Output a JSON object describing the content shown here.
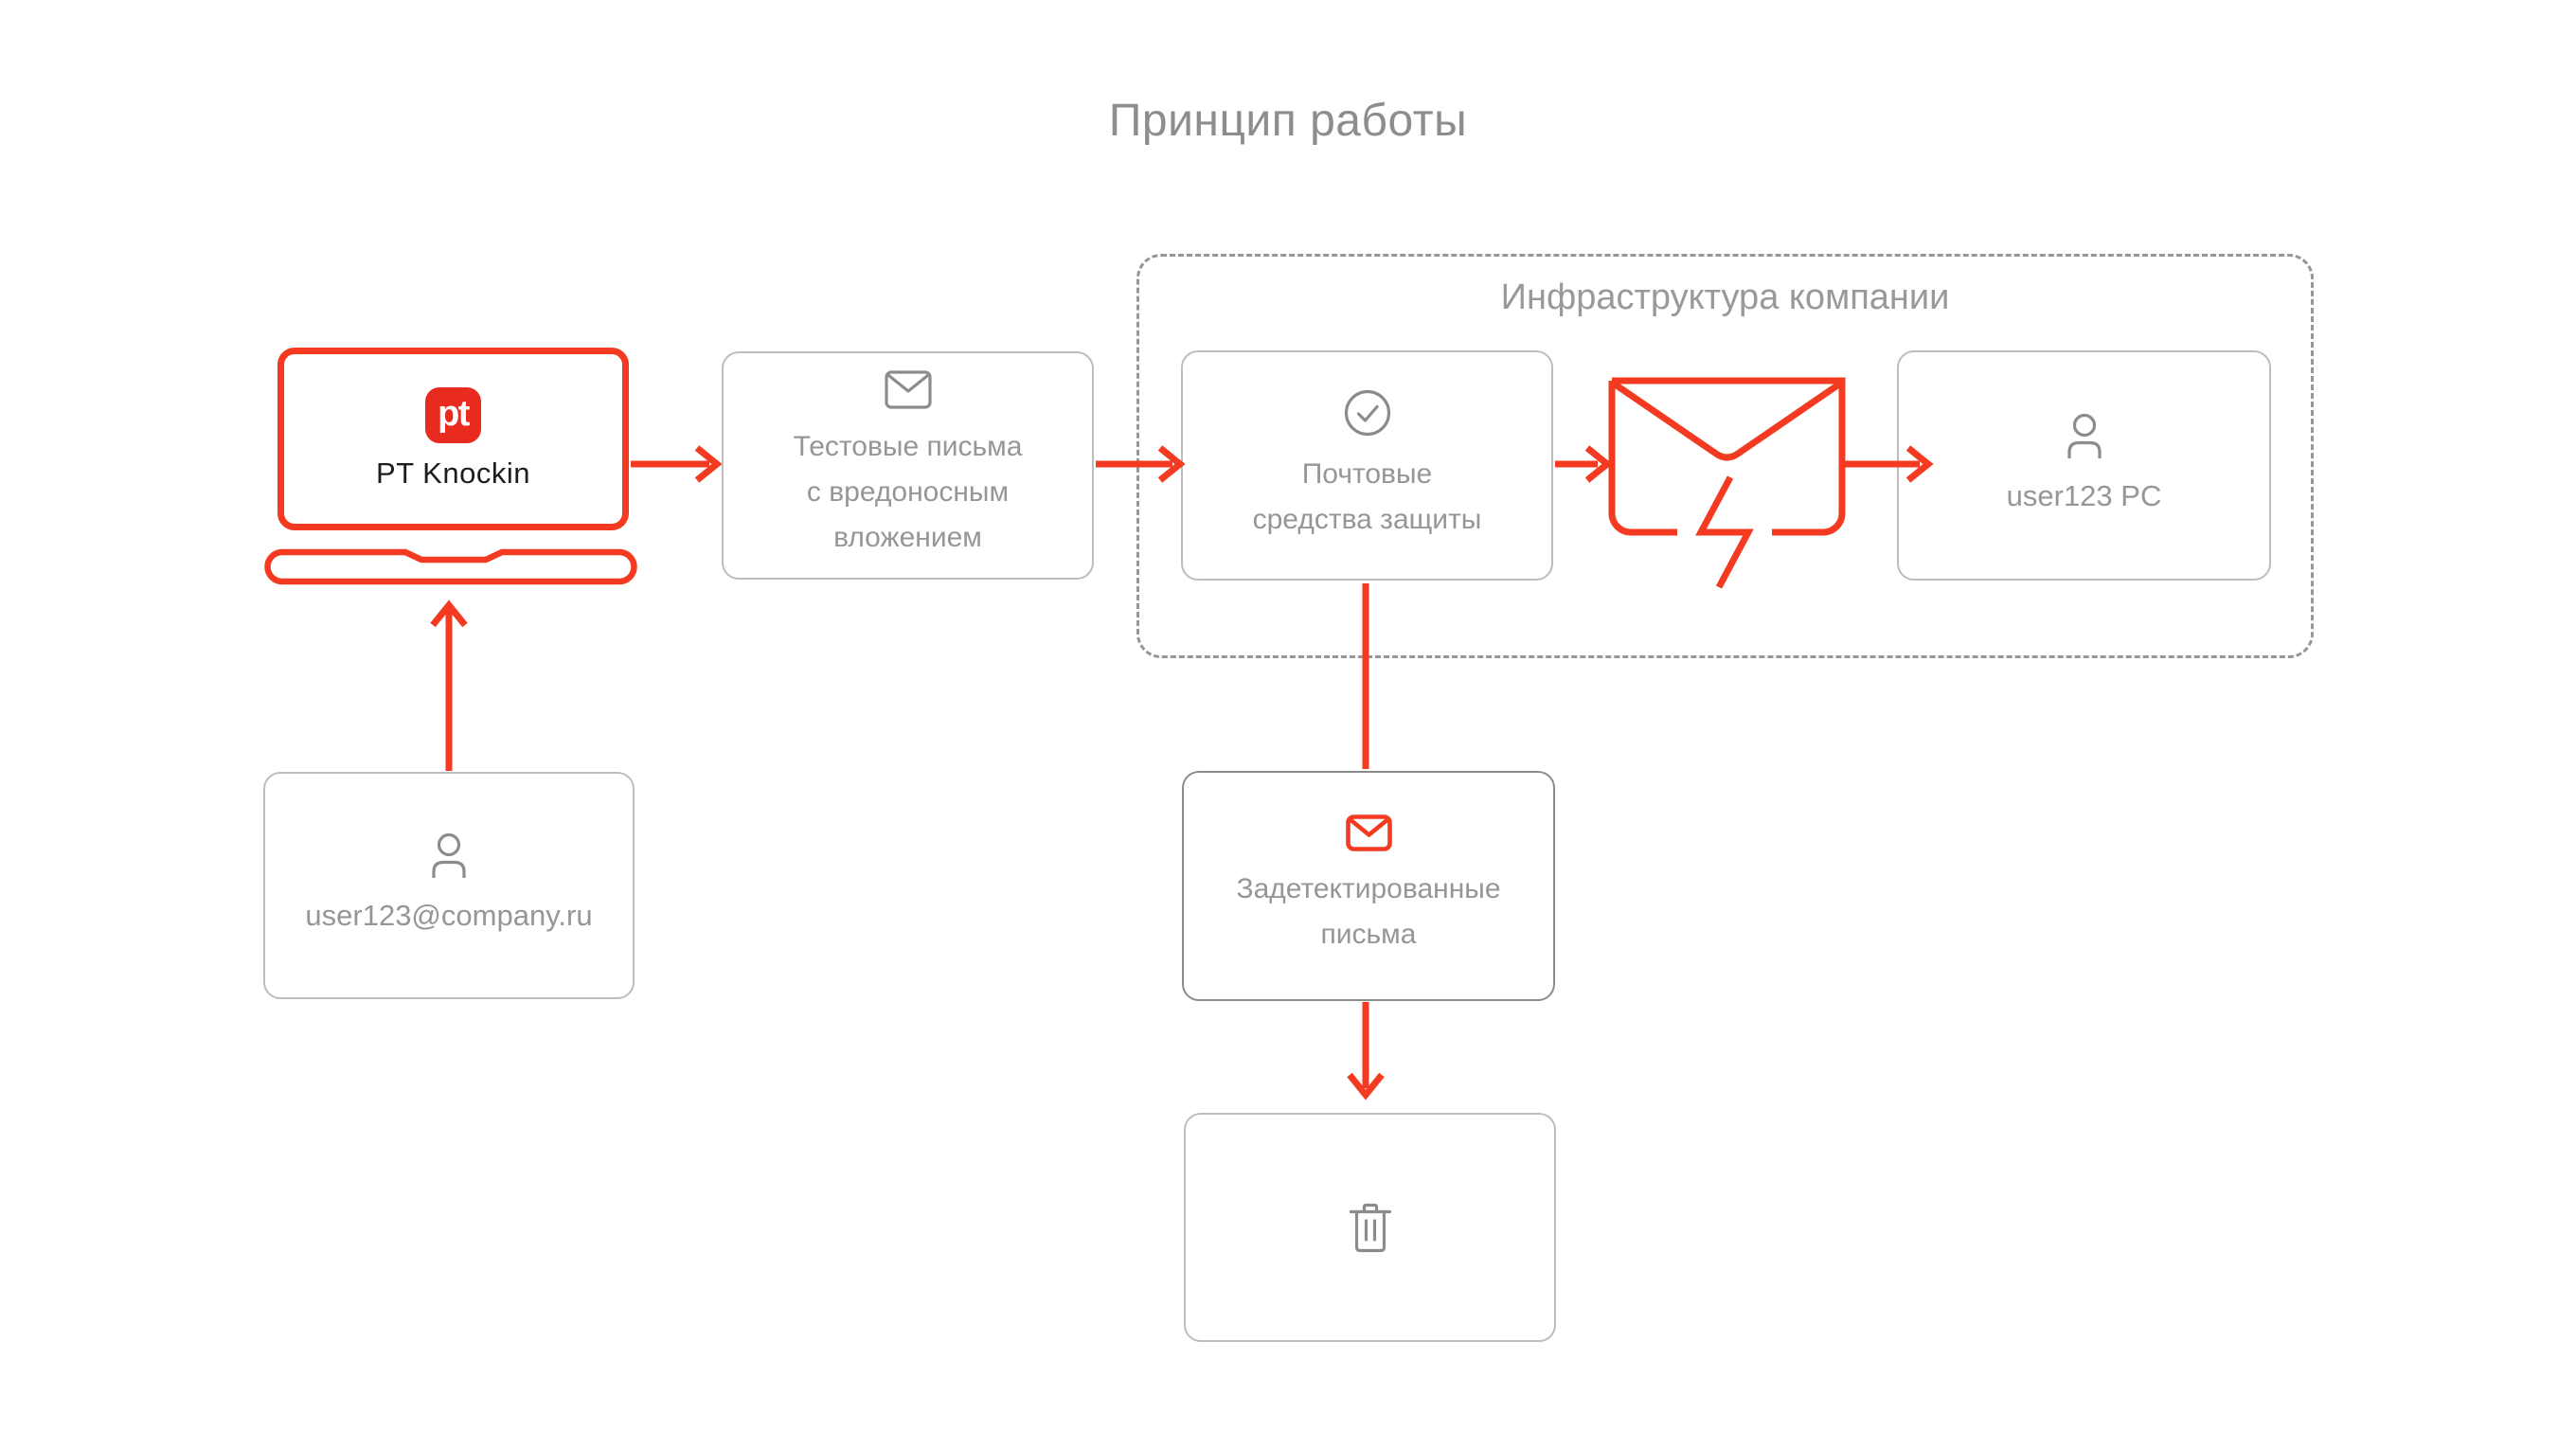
{
  "title": "Принцип работы",
  "accent_color": "#f43b21",
  "logo_color": "#e92a1f",
  "groups": {
    "infrastructure": {
      "label": "Инфраструктура компании"
    }
  },
  "nodes": {
    "pt_knockin": {
      "logo": "pt",
      "label": "PT Knockin"
    },
    "test_emails": {
      "label": "Тестовые письма\nс вредоносным\nвложением",
      "icon": "envelope-icon"
    },
    "mail_protection": {
      "label": "Почтовые\nсредства защиты",
      "icon": "check-circle-icon"
    },
    "blocked_email": {
      "icon": "envelope-lightning-icon"
    },
    "user_pc": {
      "label": "user123 PC",
      "icon": "person-icon"
    },
    "sender": {
      "label": "user123@company.ru",
      "icon": "person-icon"
    },
    "detected_emails": {
      "label": "Задетектированные\nписьма",
      "icon": "envelope-red-icon"
    },
    "trash": {
      "icon": "trash-icon"
    }
  }
}
